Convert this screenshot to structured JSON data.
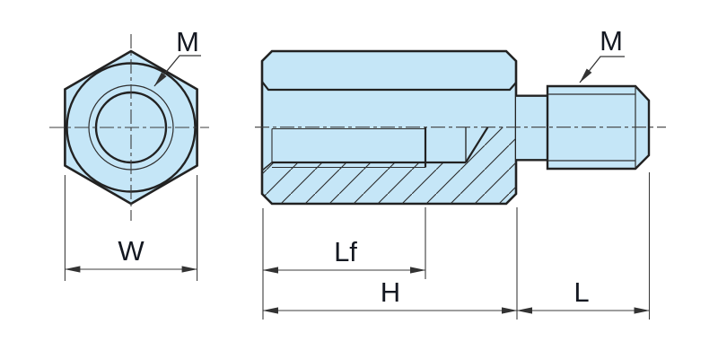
{
  "drawing": {
    "kind": "engineering-drawing",
    "subject": "hex standoff spacer with female thread and male threaded stud",
    "views": {
      "front_view": "hexagon end view with thread circles",
      "side_view": "half-sectioned side view with hatching"
    },
    "labels": {
      "thread_front": "M",
      "thread_side": "M",
      "width_across_flats": "W",
      "female_thread_depth": "Lf",
      "body_length": "H",
      "stud_length": "L"
    },
    "colors": {
      "background": "#ffffff",
      "part_fill": "#c5e6f7",
      "outline": "#222222",
      "thin_line": "#2e2e2e",
      "dimension_line": "#3d3d3d",
      "text": "#141821"
    }
  }
}
